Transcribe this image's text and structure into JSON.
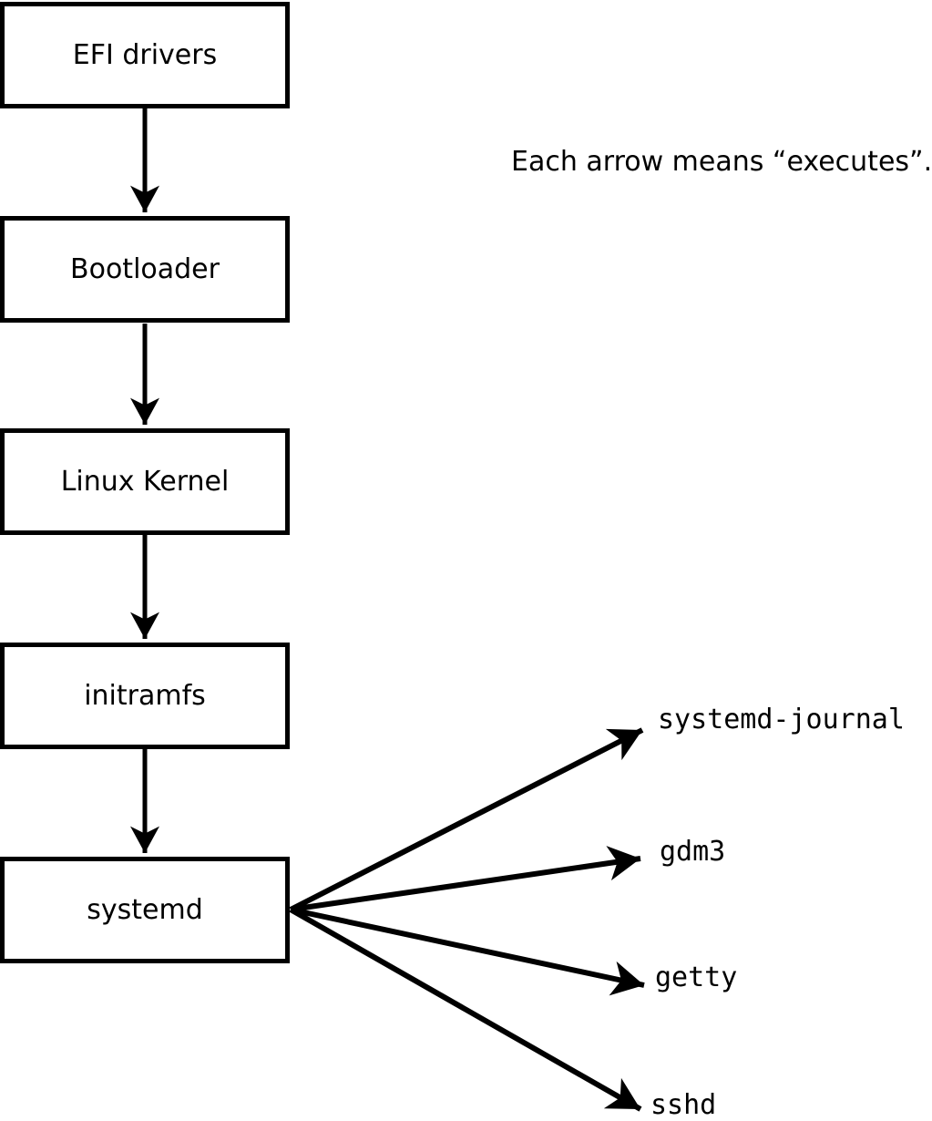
{
  "diagram": {
    "annotation": "Each arrow means “executes”.",
    "arrow_meaning": "executes",
    "chain": [
      {
        "label": "EFI drivers"
      },
      {
        "label": "Bootloader"
      },
      {
        "label": "Linux Kernel"
      },
      {
        "label": "initramfs"
      },
      {
        "label": "systemd"
      }
    ],
    "targets": [
      {
        "label": "systemd-journal"
      },
      {
        "label": "gdm3"
      },
      {
        "label": "getty"
      },
      {
        "label": "sshd"
      }
    ],
    "edges": [
      {
        "from": "EFI drivers",
        "to": "Bootloader"
      },
      {
        "from": "Bootloader",
        "to": "Linux Kernel"
      },
      {
        "from": "Linux Kernel",
        "to": "initramfs"
      },
      {
        "from": "initramfs",
        "to": "systemd"
      },
      {
        "from": "systemd",
        "to": "systemd-journal"
      },
      {
        "from": "systemd",
        "to": "gdm3"
      },
      {
        "from": "systemd",
        "to": "getty"
      },
      {
        "from": "systemd",
        "to": "sshd"
      }
    ],
    "colors": {
      "stroke": "#000000",
      "box_fill": "#ffffff",
      "background": "#ffffff",
      "text": "#000000"
    }
  }
}
